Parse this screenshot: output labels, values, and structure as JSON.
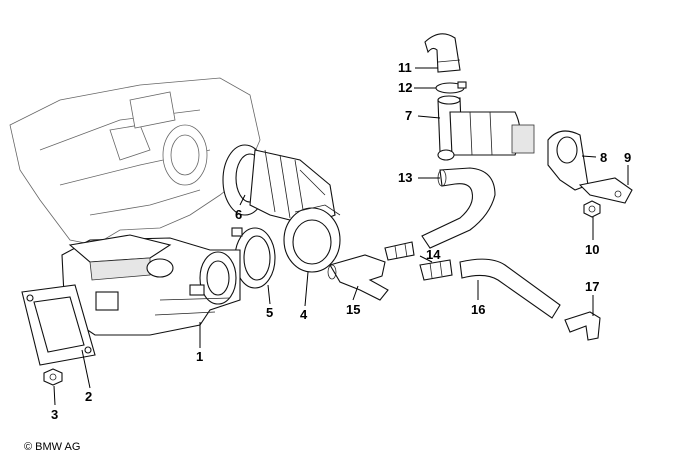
{
  "copyright": "© BMW AG",
  "callouts": [
    "1",
    "2",
    "3",
    "4",
    "5",
    "6",
    "7",
    "8",
    "9",
    "10",
    "11",
    "12",
    "13",
    "14",
    "15",
    "16",
    "17"
  ]
}
